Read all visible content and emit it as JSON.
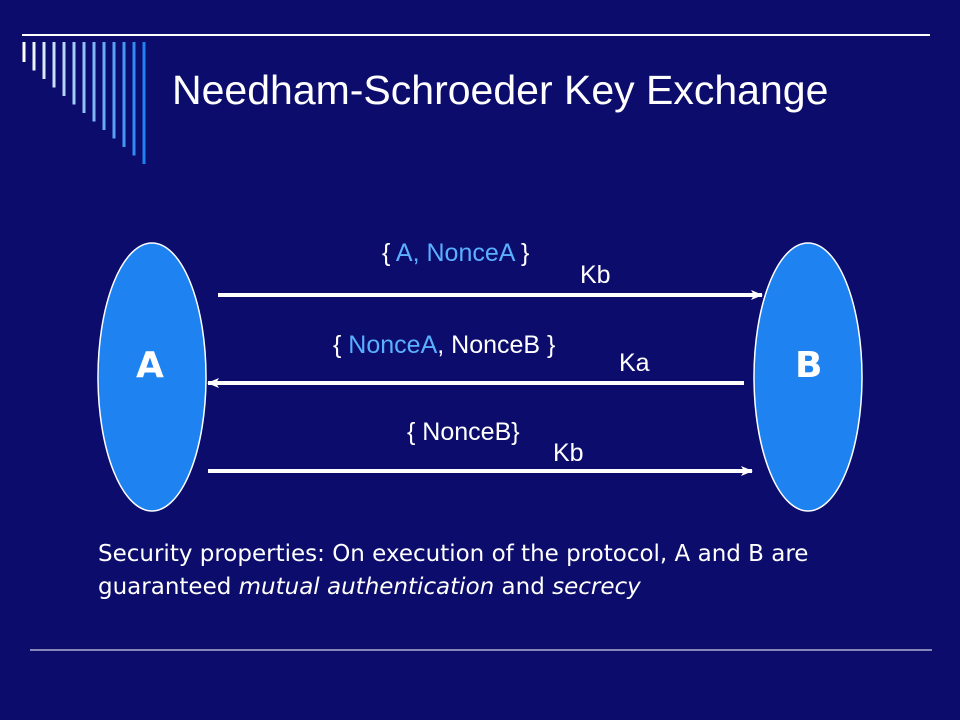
{
  "slide": {
    "title": "Needham-Schroeder Key Exchange",
    "colors": {
      "background": "#0c0c6c",
      "ellipse_fill": "#1e82f0",
      "highlight_text": "#5ab0ff",
      "arrow": "#ffffff"
    }
  },
  "diagram": {
    "party_a": "A",
    "party_b": "B",
    "messages": [
      {
        "open": "{",
        "parts": [
          {
            "text": " A, NonceA",
            "highlight": true
          },
          {
            "text": " }",
            "highlight": false
          }
        ],
        "key": "Kb",
        "direction": "A-to-B"
      },
      {
        "open": "{",
        "parts": [
          {
            "text": " NonceA",
            "highlight": true
          },
          {
            "text": ", NonceB }",
            "highlight": false
          }
        ],
        "key": "Ka",
        "direction": "B-to-A"
      },
      {
        "open": "{",
        "parts": [
          {
            "text": " NonceB}",
            "highlight": false
          }
        ],
        "key": "Kb",
        "direction": "A-to-B"
      }
    ]
  },
  "body": {
    "p1": "Security properties: On execution of the protocol, A and B are guaranteed ",
    "em1": "mutual authentication",
    "p2": " and ",
    "em2": "secrecy"
  }
}
